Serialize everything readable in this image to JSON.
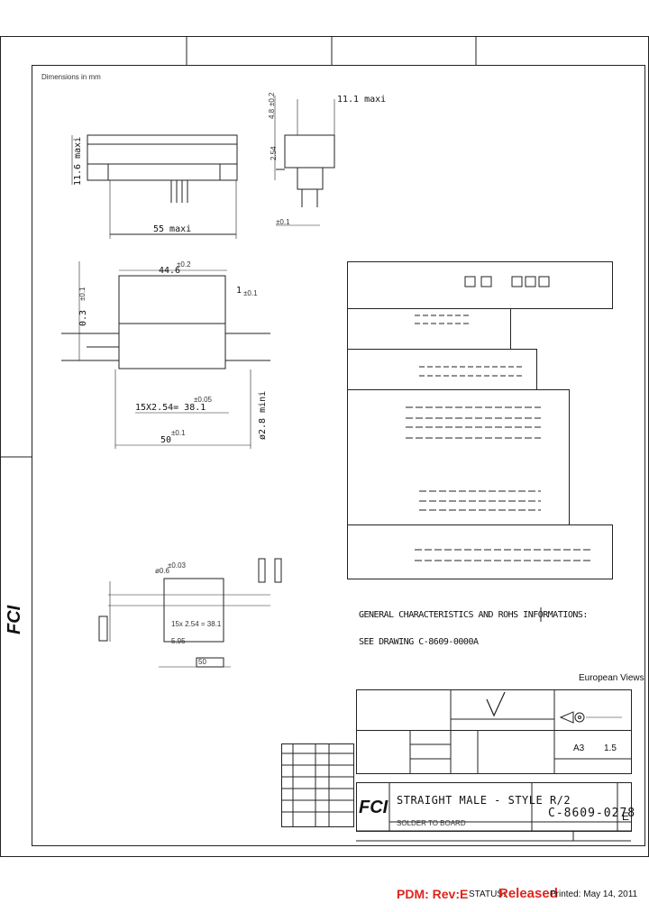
{
  "sheet": {
    "units_note": "Dimensions in mm",
    "views_label": "European Views"
  },
  "front_view": {
    "height_dim": "11.6 maxi",
    "length_dim": "55 maxi"
  },
  "side_view": {
    "width_dim": "11.1 maxi",
    "dim_4_8": "4.8",
    "tol_4_8": "±0.2",
    "pitch_vertical": "2.54",
    "tol_bottom": "±0.1"
  },
  "top_view": {
    "length_dim": "44.6",
    "length_tol": "±0.2",
    "dim_1": "1",
    "dim_1_tol": "±0.1",
    "dim_0_3": "0.3",
    "dim_0_3_tol": "±0.1",
    "pitch_dim": "15X2.54= 38.1",
    "pitch_tol": "±0.05",
    "overall_dim": "50",
    "overall_tol": "±0.1",
    "hole_dim": "ø2.8 mini"
  },
  "board_view": {
    "dim_a": "ø0.6",
    "dim_a_tol": "±0.03",
    "pitch_box": "15x 2.54 = 38.1",
    "dim_5_95": "5.95",
    "dim_50": "50"
  },
  "notes": {
    "general": "GENERAL CHARACTERISTICS AND ROHS INFORMATIONS:",
    "see_drawing": "SEE DRAWING C-8609-0000A"
  },
  "title_block": {
    "description_line1": "STRAIGHT MALE - STYLE R/2",
    "description_line2": "SOLDER TO BOARD",
    "part_number": "C-8609-0278",
    "revision": "E",
    "size": "A3",
    "scale": "1.5",
    "logo_text": "FCI"
  },
  "footer": {
    "pdm_label": "PDM: Rev:E",
    "status_label": "STATUS:",
    "status_value": "Released",
    "printed": "Printed: May 14, 2011"
  }
}
